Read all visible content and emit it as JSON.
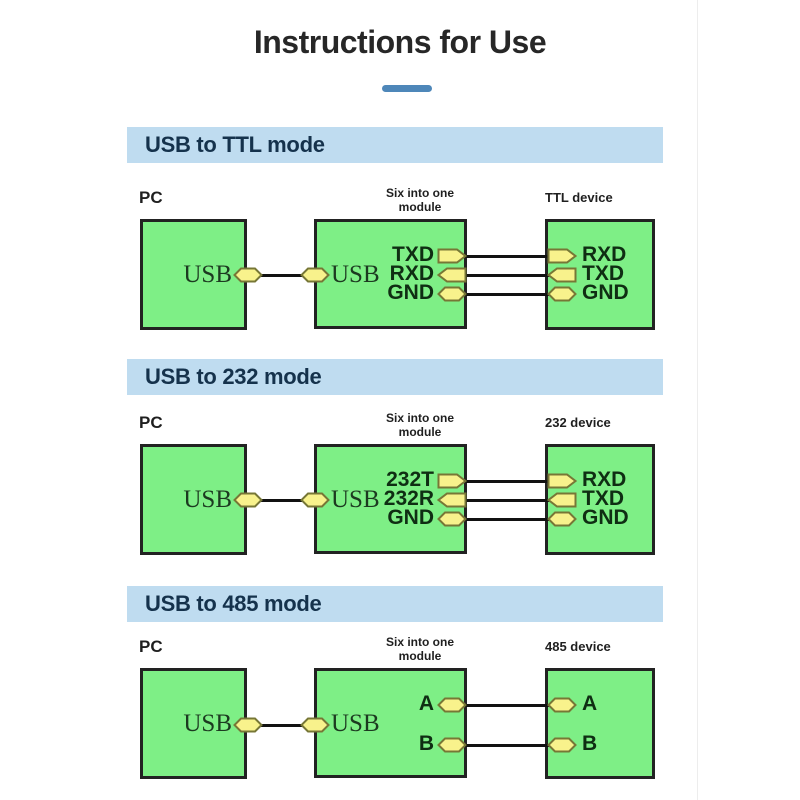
{
  "page": {
    "title": "Instructions for Use",
    "accent_color": "#4e87b9",
    "banner_color": "#bfdcf0",
    "banner_text_color": "#15324c",
    "box_fill_color": "#7eef86",
    "pin_fill_color": "#f8f28c",
    "pin_stroke_color": "#777736",
    "wire_color": "#111111"
  },
  "sections": [
    {
      "heading": "USB to TTL mode",
      "pc_label": "PC",
      "pc_port": "USB",
      "module_title_line1": "Six into one",
      "module_title_line2": "module",
      "module_port": "USB",
      "device_title": "TTL device",
      "rows": [
        {
          "module_pin_label": "TXD",
          "module_pin_shape": "right",
          "device_pin_shape": "right",
          "device_pin_label": "RXD"
        },
        {
          "module_pin_label": "RXD",
          "module_pin_shape": "left",
          "device_pin_shape": "left",
          "device_pin_label": "TXD"
        },
        {
          "module_pin_label": "GND",
          "module_pin_shape": "hex",
          "device_pin_shape": "hex",
          "device_pin_label": "GND"
        }
      ]
    },
    {
      "heading": "USB to 232 mode",
      "pc_label": "PC",
      "pc_port": "USB",
      "module_title_line1": "Six into one",
      "module_title_line2": "module",
      "module_port": "USB",
      "device_title": "232 device",
      "rows": [
        {
          "module_pin_label": "232T",
          "module_pin_shape": "right",
          "device_pin_shape": "right",
          "device_pin_label": "RXD"
        },
        {
          "module_pin_label": "232R",
          "module_pin_shape": "left",
          "device_pin_shape": "left",
          "device_pin_label": "TXD"
        },
        {
          "module_pin_label": "GND",
          "module_pin_shape": "hex",
          "device_pin_shape": "hex",
          "device_pin_label": "GND"
        }
      ]
    },
    {
      "heading": "USB to 485 mode",
      "pc_label": "PC",
      "pc_port": "USB",
      "module_title_line1": "Six into one",
      "module_title_line2": "module",
      "module_port": "USB",
      "device_title": "485 device",
      "rows": [
        {
          "module_pin_label": "A",
          "module_pin_shape": "hex",
          "device_pin_shape": "hex",
          "device_pin_label": "A"
        },
        {
          "module_pin_label": "B",
          "module_pin_shape": "hex",
          "device_pin_shape": "hex",
          "device_pin_label": "B"
        }
      ]
    }
  ]
}
